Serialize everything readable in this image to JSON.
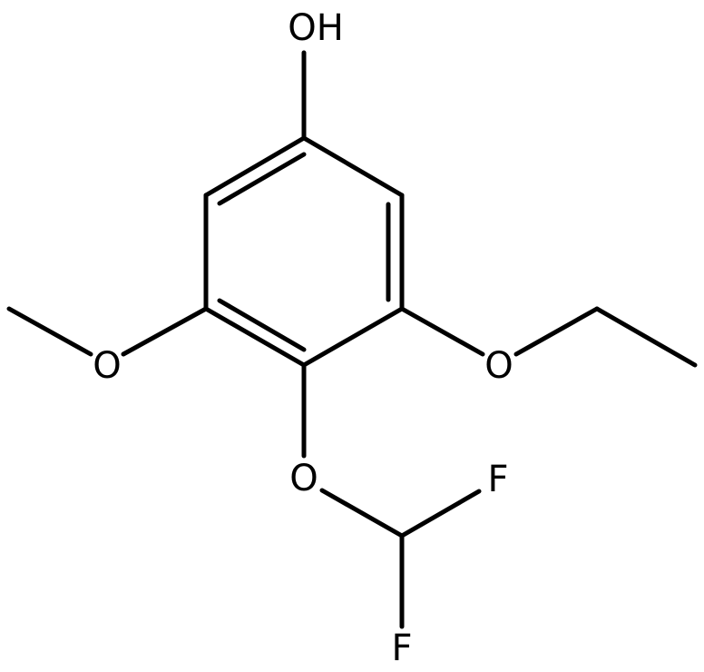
{
  "molecule": {
    "labels": {
      "hydroxyl": "OH",
      "methoxy_oxygen": "O",
      "ethoxy_oxygen": "O",
      "difluoromethoxy_oxygen": "O",
      "fluorine_top": "F",
      "fluorine_bottom": "F"
    },
    "colors": {
      "bond": "#000000",
      "text": "#000000",
      "background": "#ffffff"
    }
  }
}
